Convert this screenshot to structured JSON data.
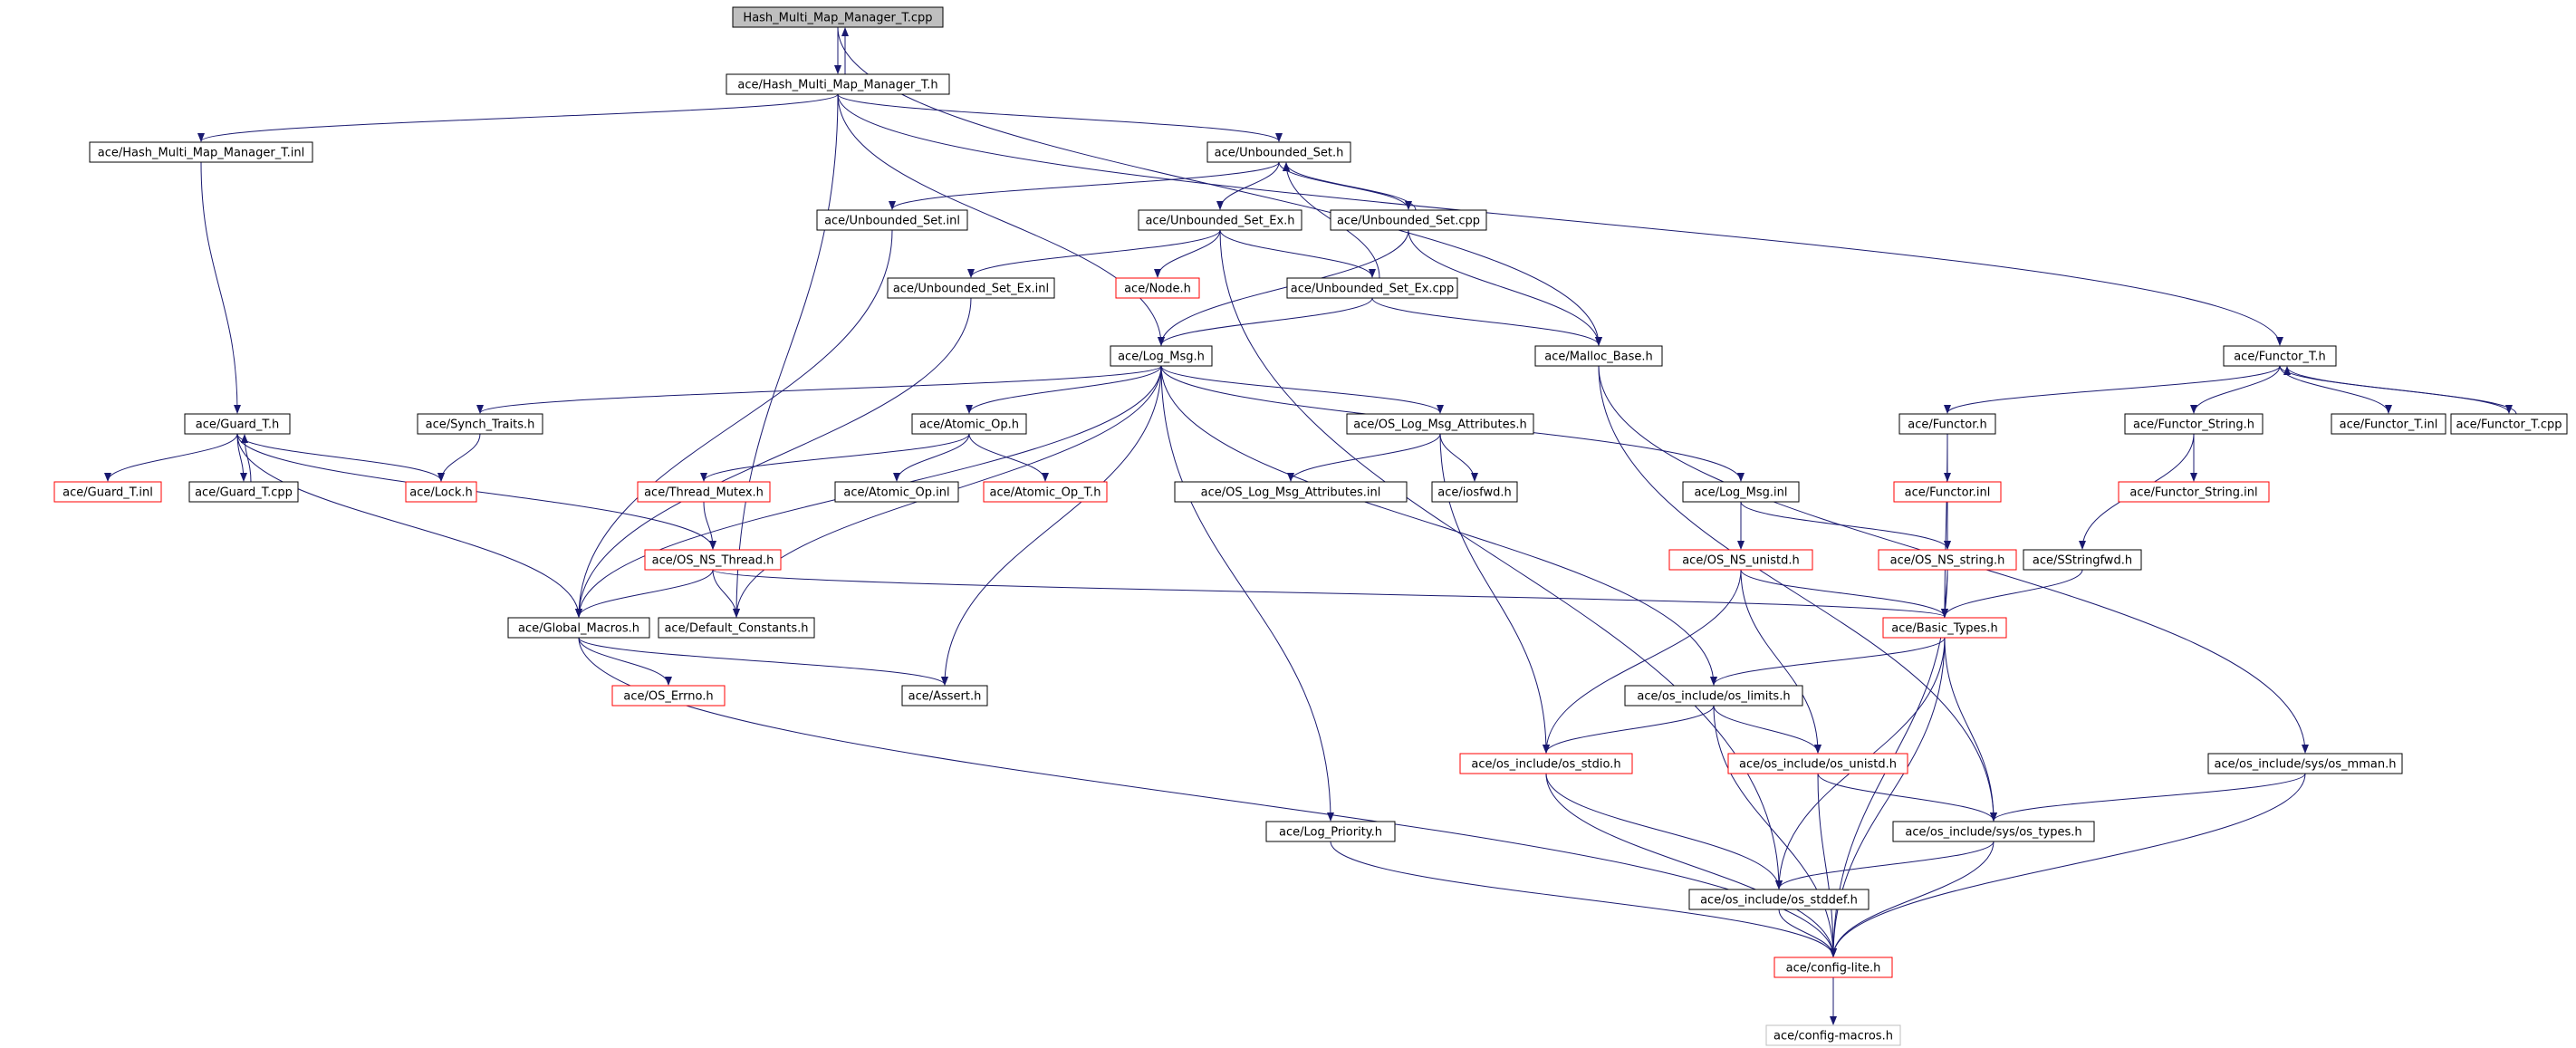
{
  "colors": {
    "edge": "#191970",
    "black_border": "#000000",
    "red_border": "#ff0000",
    "gray_border": "#bfbfbf",
    "root_fill": "#bfbfbf",
    "text": "#000000"
  },
  "nodes": [
    {
      "id": "hmm_cpp",
      "label": "Hash_Multi_Map_Manager_T.cpp",
      "style": "root"
    },
    {
      "id": "hmm_h",
      "label": "ace/Hash_Multi_Map_Manager_T.h",
      "style": "black"
    },
    {
      "id": "hmm_inl",
      "label": "ace/Hash_Multi_Map_Manager_T.inl",
      "style": "black"
    },
    {
      "id": "uset_h",
      "label": "ace/Unbounded_Set.h",
      "style": "black"
    },
    {
      "id": "uset_inl",
      "label": "ace/Unbounded_Set.inl",
      "style": "black"
    },
    {
      "id": "usetex_h",
      "label": "ace/Unbounded_Set_Ex.h",
      "style": "black"
    },
    {
      "id": "uset_cpp",
      "label": "ace/Unbounded_Set.cpp",
      "style": "black"
    },
    {
      "id": "usetex_inl",
      "label": "ace/Unbounded_Set_Ex.inl",
      "style": "black"
    },
    {
      "id": "node_h",
      "label": "ace/Node.h",
      "style": "red"
    },
    {
      "id": "usetex_cpp",
      "label": "ace/Unbounded_Set_Ex.cpp",
      "style": "black"
    },
    {
      "id": "logmsg_h",
      "label": "ace/Log_Msg.h",
      "style": "black"
    },
    {
      "id": "malloc_h",
      "label": "ace/Malloc_Base.h",
      "style": "black"
    },
    {
      "id": "functor_t_h",
      "label": "ace/Functor_T.h",
      "style": "black"
    },
    {
      "id": "guard_h",
      "label": "ace/Guard_T.h",
      "style": "black"
    },
    {
      "id": "guard_inl",
      "label": "ace/Guard_T.inl",
      "style": "red"
    },
    {
      "id": "guard_cpp",
      "label": "ace/Guard_T.cpp",
      "style": "black"
    },
    {
      "id": "lock_h",
      "label": "ace/Lock.h",
      "style": "red"
    },
    {
      "id": "synch_h",
      "label": "ace/Synch_Traits.h",
      "style": "black"
    },
    {
      "id": "atomic_h",
      "label": "ace/Atomic_Op.h",
      "style": "black"
    },
    {
      "id": "thmutex_h",
      "label": "ace/Thread_Mutex.h",
      "style": "red"
    },
    {
      "id": "atomic_inl",
      "label": "ace/Atomic_Op.inl",
      "style": "black"
    },
    {
      "id": "atomic_t_h",
      "label": "ace/Atomic_Op_T.h",
      "style": "red"
    },
    {
      "id": "oslogattr_h",
      "label": "ace/OS_Log_Msg_Attributes.h",
      "style": "black"
    },
    {
      "id": "oslogattr_inl",
      "label": "ace/OS_Log_Msg_Attributes.inl",
      "style": "black"
    },
    {
      "id": "iosfwd_h",
      "label": "ace/iosfwd.h",
      "style": "black"
    },
    {
      "id": "logmsg_inl",
      "label": "ace/Log_Msg.inl",
      "style": "black"
    },
    {
      "id": "functor_h",
      "label": "ace/Functor.h",
      "style": "black"
    },
    {
      "id": "functor_inl",
      "label": "ace/Functor.inl",
      "style": "red"
    },
    {
      "id": "functor_str_h",
      "label": "ace/Functor_String.h",
      "style": "black"
    },
    {
      "id": "functor_str_inl",
      "label": "ace/Functor_String.inl",
      "style": "red"
    },
    {
      "id": "functor_t_inl",
      "label": "ace/Functor_T.inl",
      "style": "black"
    },
    {
      "id": "functor_t_cpp",
      "label": "ace/Functor_T.cpp",
      "style": "black"
    },
    {
      "id": "osnsthread_h",
      "label": "ace/OS_NS_Thread.h",
      "style": "red"
    },
    {
      "id": "osnsunistd_h",
      "label": "ace/OS_NS_unistd.h",
      "style": "red"
    },
    {
      "id": "osnsstring_h",
      "label": "ace/OS_NS_string.h",
      "style": "red"
    },
    {
      "id": "sstringfwd_h",
      "label": "ace/SStringfwd.h",
      "style": "black"
    },
    {
      "id": "globalmac_h",
      "label": "ace/Global_Macros.h",
      "style": "black"
    },
    {
      "id": "defconst_h",
      "label": "ace/Default_Constants.h",
      "style": "black"
    },
    {
      "id": "basictypes_h",
      "label": "ace/Basic_Types.h",
      "style": "red"
    },
    {
      "id": "oserrno_h",
      "label": "ace/OS_Errno.h",
      "style": "red"
    },
    {
      "id": "assert_h",
      "label": "ace/Assert.h",
      "style": "black"
    },
    {
      "id": "oslimits_h",
      "label": "ace/os_include/os_limits.h",
      "style": "black"
    },
    {
      "id": "osstdio_h",
      "label": "ace/os_include/os_stdio.h",
      "style": "red"
    },
    {
      "id": "osunistd_h",
      "label": "ace/os_include/os_unistd.h",
      "style": "red"
    },
    {
      "id": "osmman_h",
      "label": "ace/os_include/sys/os_mman.h",
      "style": "black"
    },
    {
      "id": "logprio_h",
      "label": "ace/Log_Priority.h",
      "style": "black"
    },
    {
      "id": "ostypes_h",
      "label": "ace/os_include/sys/os_types.h",
      "style": "black"
    },
    {
      "id": "osstddef_h",
      "label": "ace/os_include/os_stddef.h",
      "style": "black"
    },
    {
      "id": "configlite_h",
      "label": "ace/config-lite.h",
      "style": "red"
    },
    {
      "id": "configmac_h",
      "label": "ace/config-macros.h",
      "style": "gray"
    }
  ],
  "edges": [
    [
      "hmm_cpp",
      "hmm_h"
    ],
    [
      "hmm_h",
      "hmm_cpp"
    ],
    [
      "hmm_cpp",
      "malloc_h"
    ],
    [
      "hmm_h",
      "hmm_inl"
    ],
    [
      "hmm_h",
      "uset_h"
    ],
    [
      "hmm_h",
      "logmsg_h"
    ],
    [
      "hmm_h",
      "defconst_h"
    ],
    [
      "hmm_h",
      "functor_t_h"
    ],
    [
      "hmm_inl",
      "guard_h"
    ],
    [
      "uset_h",
      "uset_inl"
    ],
    [
      "uset_h",
      "usetex_h"
    ],
    [
      "uset_h",
      "uset_cpp"
    ],
    [
      "uset_cpp",
      "uset_h"
    ],
    [
      "uset_cpp",
      "malloc_h"
    ],
    [
      "uset_cpp",
      "logmsg_h"
    ],
    [
      "uset_inl",
      "globalmac_h"
    ],
    [
      "usetex_h",
      "usetex_inl"
    ],
    [
      "usetex_h",
      "node_h"
    ],
    [
      "usetex_h",
      "usetex_cpp"
    ],
    [
      "usetex_h",
      "osstddef_h"
    ],
    [
      "usetex_cpp",
      "uset_h"
    ],
    [
      "usetex_cpp",
      "logmsg_h"
    ],
    [
      "usetex_cpp",
      "malloc_h"
    ],
    [
      "usetex_inl",
      "globalmac_h"
    ],
    [
      "malloc_h",
      "osmman_h"
    ],
    [
      "malloc_h",
      "ostypes_h"
    ],
    [
      "logmsg_h",
      "synch_h"
    ],
    [
      "logmsg_h",
      "atomic_h"
    ],
    [
      "logmsg_h",
      "oslogattr_h"
    ],
    [
      "logmsg_h",
      "logmsg_inl"
    ],
    [
      "logmsg_h",
      "globalmac_h"
    ],
    [
      "logmsg_h",
      "defconst_h"
    ],
    [
      "logmsg_h",
      "assert_h"
    ],
    [
      "logmsg_h",
      "logprio_h"
    ],
    [
      "logmsg_h",
      "oslimits_h"
    ],
    [
      "synch_h",
      "lock_h"
    ],
    [
      "atomic_h",
      "thmutex_h"
    ],
    [
      "atomic_h",
      "atomic_inl"
    ],
    [
      "atomic_h",
      "atomic_t_h"
    ],
    [
      "thmutex_h",
      "osnsthread_h"
    ],
    [
      "oslogattr_h",
      "oslogattr_inl"
    ],
    [
      "oslogattr_h",
      "iosfwd_h"
    ],
    [
      "oslogattr_h",
      "osstdio_h"
    ],
    [
      "logmsg_inl",
      "osnsunistd_h"
    ],
    [
      "logmsg_inl",
      "osnsstring_h"
    ],
    [
      "functor_t_h",
      "functor_h"
    ],
    [
      "functor_t_h",
      "functor_str_h"
    ],
    [
      "functor_t_h",
      "functor_t_inl"
    ],
    [
      "functor_t_h",
      "functor_t_cpp"
    ],
    [
      "functor_t_cpp",
      "functor_t_h"
    ],
    [
      "functor_h",
      "functor_inl"
    ],
    [
      "functor_h",
      "basictypes_h"
    ],
    [
      "functor_inl",
      "osnsstring_h"
    ],
    [
      "functor_str_h",
      "functor_str_inl"
    ],
    [
      "functor_str_h",
      "sstringfwd_h"
    ],
    [
      "sstringfwd_h",
      "basictypes_h"
    ],
    [
      "guard_h",
      "guard_inl"
    ],
    [
      "guard_h",
      "guard_cpp"
    ],
    [
      "guard_h",
      "lock_h"
    ],
    [
      "guard_h",
      "osnsthread_h"
    ],
    [
      "guard_h",
      "globalmac_h"
    ],
    [
      "guard_cpp",
      "guard_h"
    ],
    [
      "osnsthread_h",
      "globalmac_h"
    ],
    [
      "osnsthread_h",
      "defconst_h"
    ],
    [
      "osnsthread_h",
      "basictypes_h"
    ],
    [
      "osnsunistd_h",
      "basictypes_h"
    ],
    [
      "osnsunistd_h",
      "osstdio_h"
    ],
    [
      "osnsunistd_h",
      "osunistd_h"
    ],
    [
      "osnsstring_h",
      "basictypes_h"
    ],
    [
      "osnsstring_h",
      "configlite_h"
    ],
    [
      "globalmac_h",
      "oserrno_h"
    ],
    [
      "globalmac_h",
      "assert_h"
    ],
    [
      "globalmac_h",
      "configlite_h"
    ],
    [
      "basictypes_h",
      "oslimits_h"
    ],
    [
      "basictypes_h",
      "ostypes_h"
    ],
    [
      "basictypes_h",
      "osstddef_h"
    ],
    [
      "basictypes_h",
      "configlite_h"
    ],
    [
      "oslimits_h",
      "osstdio_h"
    ],
    [
      "oslimits_h",
      "osunistd_h"
    ],
    [
      "oslimits_h",
      "configlite_h"
    ],
    [
      "osstdio_h",
      "osstddef_h"
    ],
    [
      "osstdio_h",
      "configlite_h"
    ],
    [
      "osunistd_h",
      "ostypes_h"
    ],
    [
      "osunistd_h",
      "configlite_h"
    ],
    [
      "osmman_h",
      "ostypes_h"
    ],
    [
      "osmman_h",
      "configlite_h"
    ],
    [
      "ostypes_h",
      "osstddef_h"
    ],
    [
      "ostypes_h",
      "configlite_h"
    ],
    [
      "osstddef_h",
      "configlite_h"
    ],
    [
      "logprio_h",
      "configlite_h"
    ],
    [
      "configlite_h",
      "configmac_h"
    ]
  ]
}
